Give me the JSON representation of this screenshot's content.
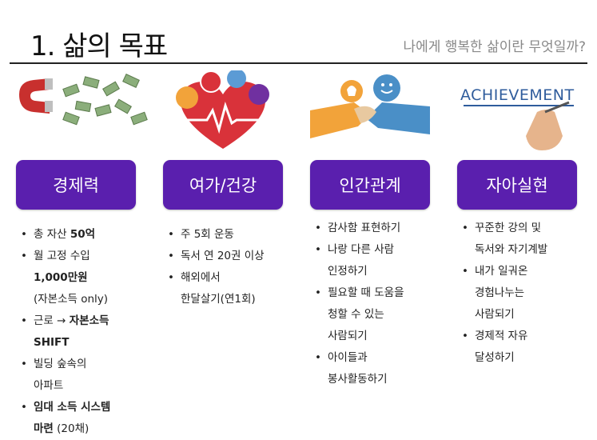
{
  "header": {
    "title": "1. 삶의 목표",
    "subtitle": "나에게 행복한 삶이란 무엇일까?"
  },
  "columns": [
    {
      "label": "경제력",
      "illustration": "magnet-money-icon",
      "items": [
        {
          "a": "총 자산 ",
          "b": "50억",
          "c": ""
        },
        {
          "a": "월 고정 수입",
          "b": "",
          "c": ""
        },
        {
          "a": "",
          "b": "1,000만원",
          "c": "",
          "cont": true
        },
        {
          "a": "(자본소득 only)",
          "b": "",
          "c": "",
          "cont": true
        },
        {
          "a": "근로 → ",
          "b": "자본소득",
          "c": ""
        },
        {
          "a": "",
          "b": "SHIFT",
          "c": "",
          "cont": true
        },
        {
          "a": "빌딩 숲속의",
          "b": "",
          "c": ""
        },
        {
          "a": "아파트",
          "b": "",
          "c": "",
          "cont": true
        },
        {
          "a": "",
          "b": "임대 소득 시스템",
          "c": ""
        },
        {
          "a": "",
          "b": "마련",
          "c": " (20채)",
          "cont": true
        }
      ]
    },
    {
      "label": "여가/건강",
      "illustration": "heart-health-icon",
      "items": [
        {
          "a": "주 5회 운동",
          "b": "",
          "c": ""
        },
        {
          "a": "독서 연 20권 이상",
          "b": "",
          "c": ""
        },
        {
          "a": "해외에서",
          "b": "",
          "c": ""
        },
        {
          "a": "한달살기(연1회)",
          "b": "",
          "c": "",
          "cont": true
        }
      ]
    },
    {
      "label": "인간관계",
      "illustration": "handshake-icon",
      "items": [
        {
          "a": "감사함 표현하기",
          "b": "",
          "c": ""
        },
        {
          "a": "나랑 다른 사람",
          "b": "",
          "c": ""
        },
        {
          "a": "인정하기",
          "b": "",
          "c": "",
          "cont": true
        },
        {
          "a": "필요할 때 도움을",
          "b": "",
          "c": ""
        },
        {
          "a": "청할 수 있는",
          "b": "",
          "c": "",
          "cont": true
        },
        {
          "a": "사람되기",
          "b": "",
          "c": "",
          "cont": true
        },
        {
          "a": "아이들과",
          "b": "",
          "c": ""
        },
        {
          "a": "봉사활동하기",
          "b": "",
          "c": "",
          "cont": true
        }
      ]
    },
    {
      "label": "자아실현",
      "illustration": "achievement-icon",
      "illustration_text": "ACHIEVEMENT",
      "items": [
        {
          "a": "꾸준한 강의 및",
          "b": "",
          "c": ""
        },
        {
          "a": "독서와 자기계발",
          "b": "",
          "c": "",
          "cont": true
        },
        {
          "a": "내가 일궈온",
          "b": "",
          "c": ""
        },
        {
          "a": "경험나누는",
          "b": "",
          "c": "",
          "cont": true
        },
        {
          "a": "사람되기",
          "b": "",
          "c": "",
          "cont": true
        },
        {
          "a": "경제적 자유",
          "b": "",
          "c": ""
        },
        {
          "a": "달성하기",
          "b": "",
          "c": "",
          "cont": true
        }
      ]
    }
  ],
  "colors": {
    "pill": "#5a1fae",
    "heart": "#d9323a",
    "hand_orange": "#f2a33a",
    "hand_blue": "#4a8fc7"
  }
}
